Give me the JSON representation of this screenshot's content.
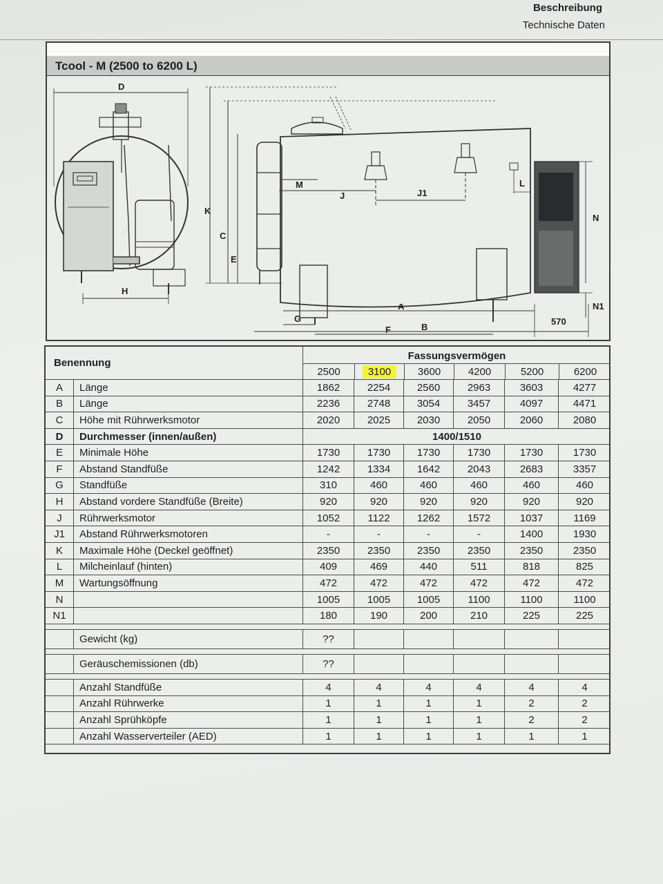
{
  "header": {
    "section": "Beschreibung",
    "subsection": "Technische Daten"
  },
  "drawing": {
    "title": "Tcool - M (2500 to 6200 L)",
    "dims": {
      "D": "D",
      "K": "K",
      "C": "C",
      "E": "E",
      "H": "H",
      "M": "M",
      "J": "J",
      "J1": "J1",
      "L": "L",
      "N": "N",
      "N1": "N1",
      "G": "G",
      "F": "F",
      "A": "A",
      "B": "B",
      "w570": "570"
    }
  },
  "table": {
    "header_label": "Benennung",
    "capacity_label": "Fassungsvermögen",
    "capacities": [
      "2500",
      "3100",
      "3600",
      "4200",
      "5200",
      "6200"
    ],
    "highlighted_capacity": "3100",
    "highlight_color": "#f3f23c",
    "rows": [
      {
        "code": "A",
        "label": "Länge",
        "values": [
          "1862",
          "2254",
          "2560",
          "2963",
          "3603",
          "4277"
        ]
      },
      {
        "code": "B",
        "label": "Länge",
        "values": [
          "2236",
          "2748",
          "3054",
          "3457",
          "4097",
          "4471"
        ]
      },
      {
        "code": "C",
        "label": "Höhe mit Rührwerksmotor",
        "values": [
          "2020",
          "2025",
          "2030",
          "2050",
          "2060",
          "2080"
        ]
      },
      {
        "code": "D",
        "label": "Durchmesser (innen/außen)",
        "merged": "1400/1510",
        "bold": true
      },
      {
        "code": "E",
        "label": "Minimale Höhe",
        "values": [
          "1730",
          "1730",
          "1730",
          "1730",
          "1730",
          "1730"
        ]
      },
      {
        "code": "F",
        "label": "Abstand Standfüße",
        "values": [
          "1242",
          "1334",
          "1642",
          "2043",
          "2683",
          "3357"
        ]
      },
      {
        "code": "G",
        "label": "Standfüße",
        "values": [
          "310",
          "460",
          "460",
          "460",
          "460",
          "460"
        ]
      },
      {
        "code": "H",
        "label": "Abstand vordere Standfüße (Breite)",
        "values": [
          "920",
          "920",
          "920",
          "920",
          "920",
          "920"
        ]
      },
      {
        "code": "J",
        "label": "Rührwerksmotor",
        "values": [
          "1052",
          "1122",
          "1262",
          "1572",
          "1037",
          "1169"
        ]
      },
      {
        "code": "J1",
        "label": "Abstand Rührwerksmotoren",
        "values": [
          "-",
          "-",
          "-",
          "-",
          "1400",
          "1930"
        ]
      },
      {
        "code": "K",
        "label": "Maximale Höhe (Deckel geöffnet)",
        "values": [
          "2350",
          "2350",
          "2350",
          "2350",
          "2350",
          "2350"
        ]
      },
      {
        "code": "L",
        "label": "Milcheinlauf (hinten)",
        "values": [
          "409",
          "469",
          "440",
          "511",
          "818",
          "825"
        ]
      },
      {
        "code": "M",
        "label": "Wartungsöffnung",
        "values": [
          "472",
          "472",
          "472",
          "472",
          "472",
          "472"
        ]
      },
      {
        "code": "N",
        "label": "",
        "values": [
          "1005",
          "1005",
          "1005",
          "1100",
          "1100",
          "1100"
        ]
      },
      {
        "code": "N1",
        "label": "",
        "values": [
          "180",
          "190",
          "200",
          "210",
          "225",
          "225"
        ]
      }
    ],
    "extra_rows": [
      {
        "label": "Gewicht (kg)",
        "values": [
          "??",
          "",
          "",
          "",
          "",
          ""
        ]
      },
      {
        "label": "Geräuschemissionen (db)",
        "values": [
          "??",
          "",
          "",
          "",
          "",
          ""
        ]
      }
    ],
    "count_rows": [
      {
        "label": "Anzahl Standfüße",
        "values": [
          "4",
          "4",
          "4",
          "4",
          "4",
          "4"
        ]
      },
      {
        "label": "Anzahl Rührwerke",
        "values": [
          "1",
          "1",
          "1",
          "1",
          "2",
          "2"
        ]
      },
      {
        "label": "Anzahl Sprühköpfe",
        "values": [
          "1",
          "1",
          "1",
          "1",
          "2",
          "2"
        ]
      },
      {
        "label": "Anzahl Wasserverteiler (AED)",
        "values": [
          "1",
          "1",
          "1",
          "1",
          "1",
          "1"
        ]
      }
    ]
  }
}
